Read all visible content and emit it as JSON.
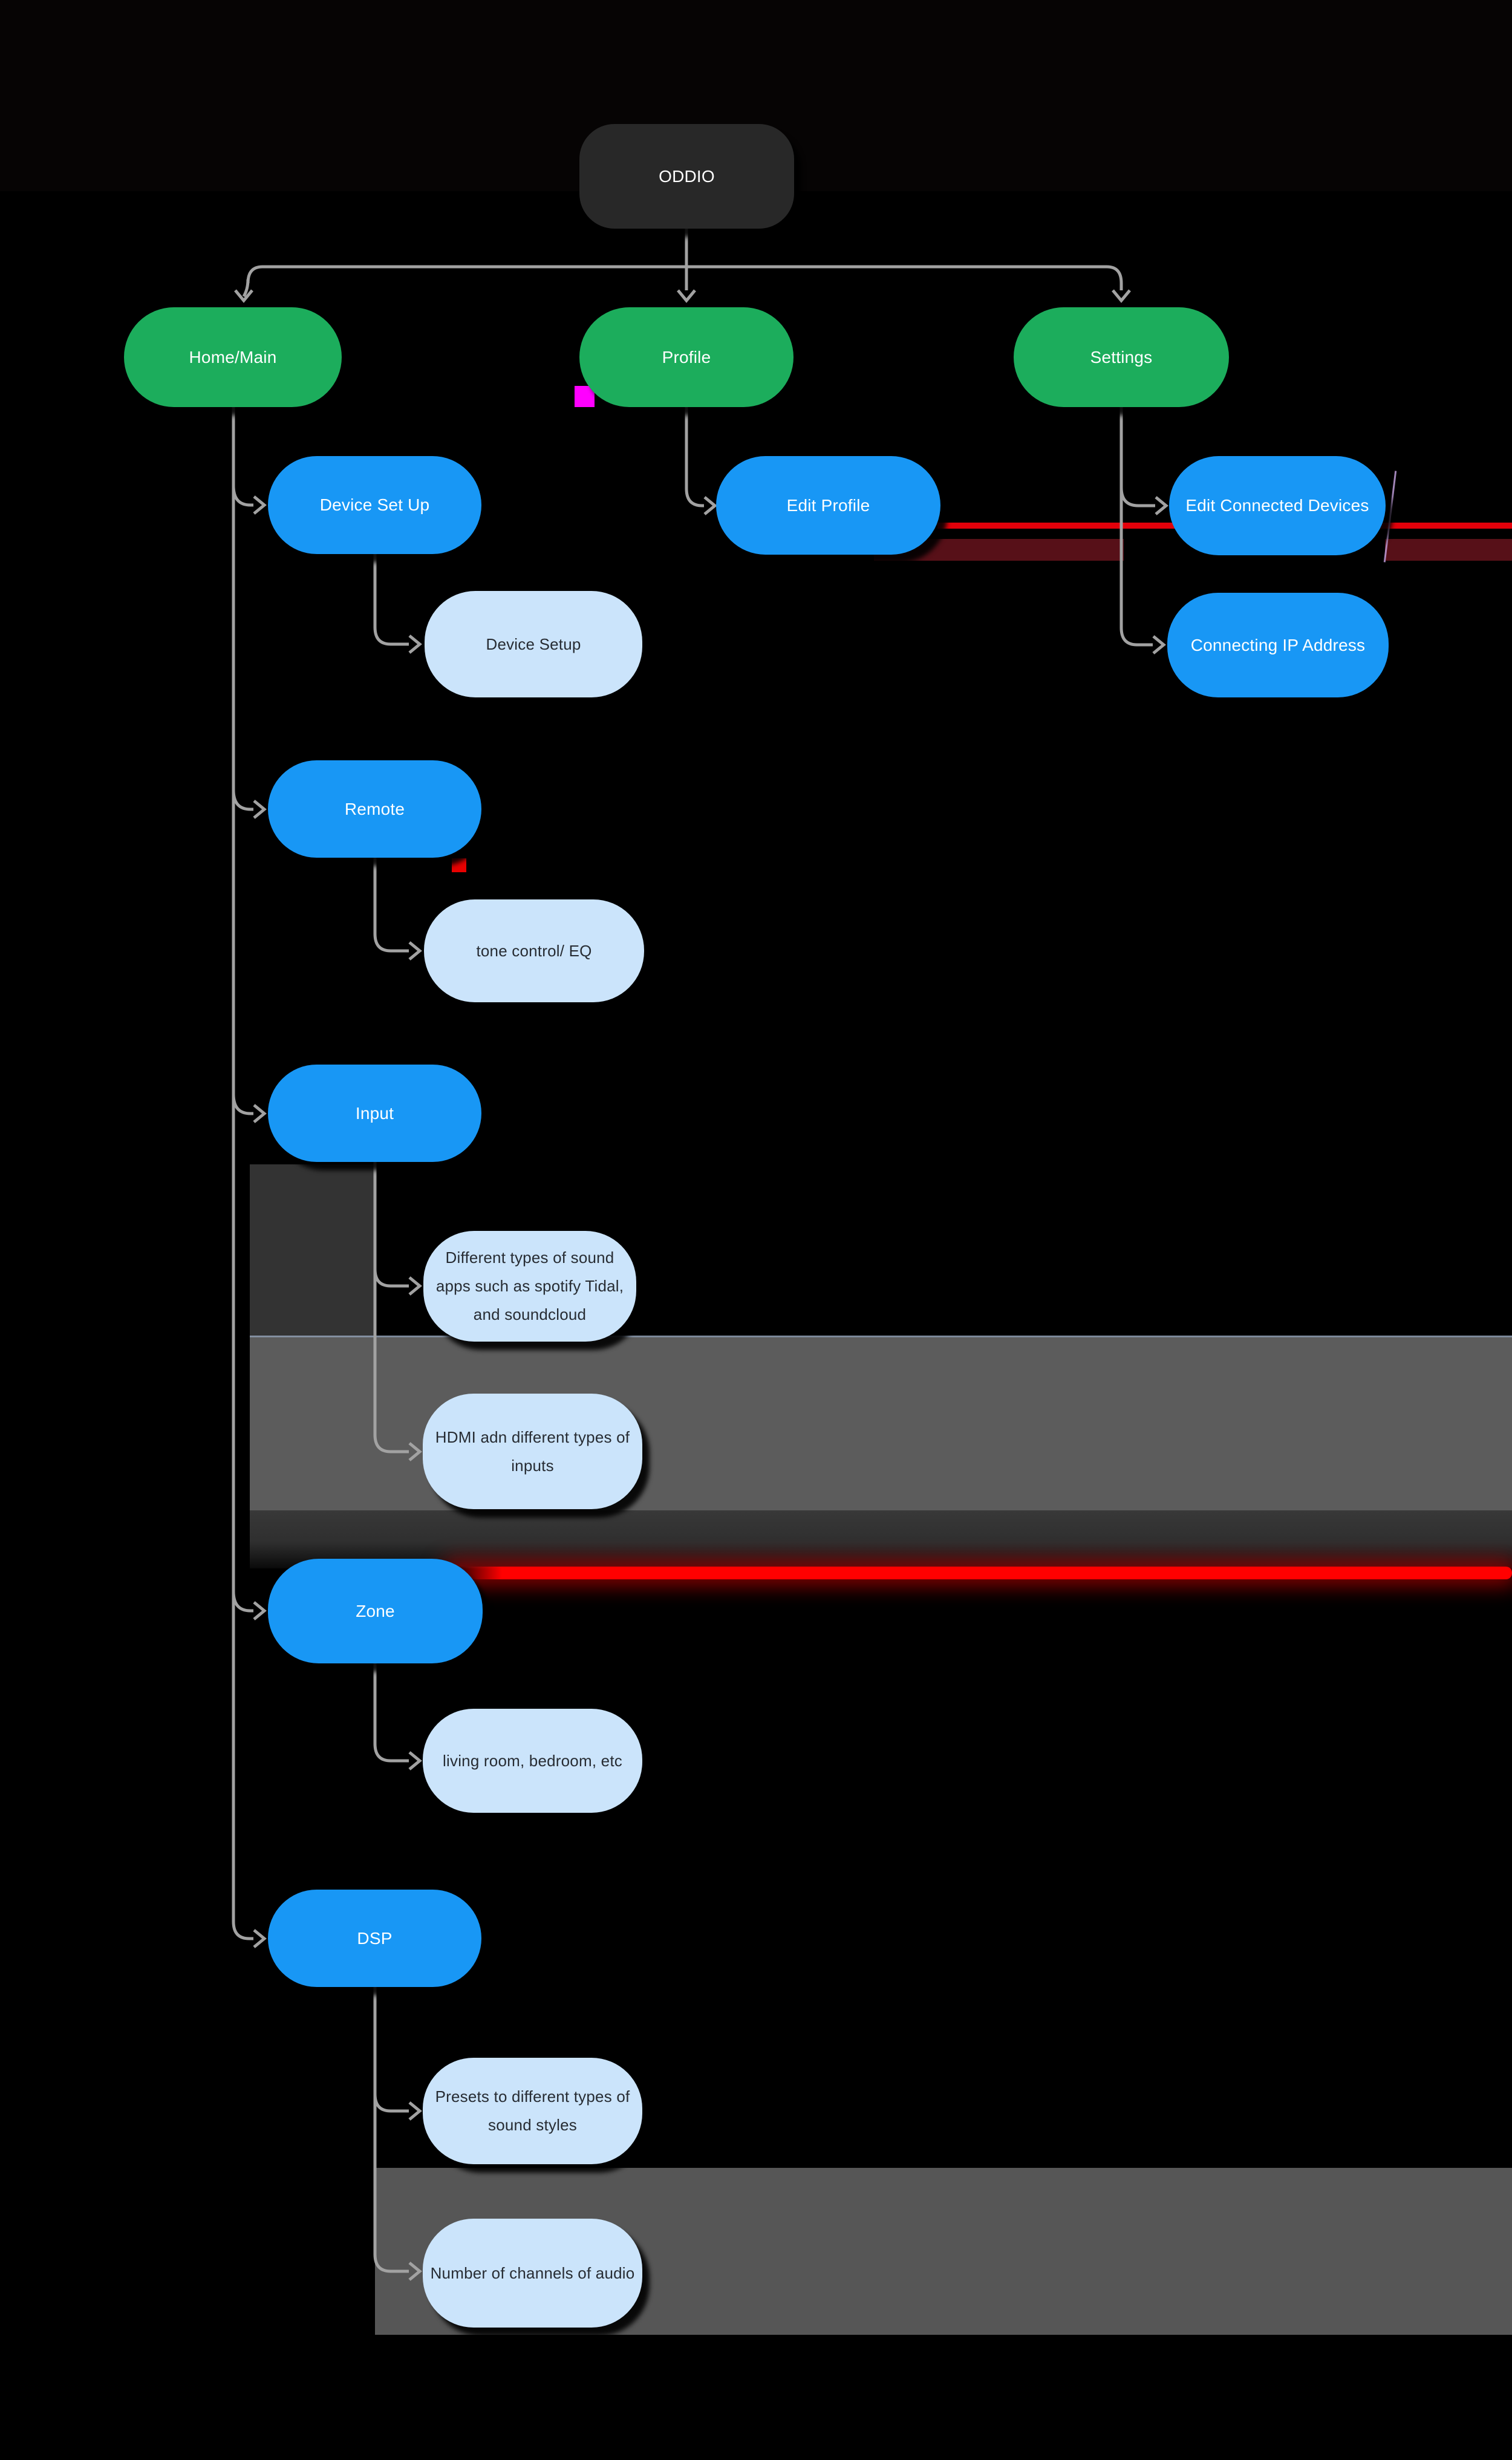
{
  "diagram_title": "ODDIO",
  "nodes": {
    "oddio": {
      "label": "ODDIO",
      "type": "root"
    },
    "home": {
      "label": "Home/Main",
      "type": "section"
    },
    "profile": {
      "label": "Profile",
      "type": "section"
    },
    "settings": {
      "label": "Settings",
      "type": "section"
    },
    "device_set_up": {
      "label": "Device Set Up",
      "type": "feature"
    },
    "edit_profile": {
      "label": "Edit Profile",
      "type": "feature"
    },
    "edit_connected": {
      "label": "Edit Connected Devices",
      "type": "feature"
    },
    "connecting_ip": {
      "label": "Connecting IP Address",
      "type": "feature"
    },
    "device_setup": {
      "label": "Device Setup",
      "type": "detail"
    },
    "remote": {
      "label": "Remote",
      "type": "feature"
    },
    "tone_eq": {
      "label": "tone control/ EQ",
      "type": "detail"
    },
    "input": {
      "label": "Input",
      "type": "feature"
    },
    "sound_apps": {
      "label": "Different types of sound apps such as spotify Tidal, and soundcloud",
      "type": "detail"
    },
    "hdmi": {
      "label": "HDMI adn different types of inputs",
      "type": "detail"
    },
    "zone": {
      "label": "Zone",
      "type": "feature"
    },
    "living_room": {
      "label": "living room, bedroom, etc",
      "type": "detail"
    },
    "dsp": {
      "label": "DSP",
      "type": "feature"
    },
    "presets": {
      "label": "Presets to different types of sound styles",
      "type": "detail"
    },
    "channels": {
      "label": "Number of channels of audio",
      "type": "detail"
    }
  },
  "edges": [
    "ODDIO->Home/Main",
    "ODDIO->Profile",
    "ODDIO->Settings",
    "Home/Main->Device Set Up",
    "Home/Main->Remote",
    "Home/Main->Input",
    "Home/Main->Zone",
    "Home/Main->DSP",
    "Device Set Up->Device Setup",
    "Remote->tone control/ EQ",
    "Input->Different types of sound apps such as spotify Tidal, and soundcloud",
    "Input->HDMI adn different types of inputs",
    "Zone->living room, bedroom, etc",
    "DSP->Presets to different types of sound styles",
    "DSP->Number of channels of audio",
    "Profile->Edit Profile",
    "Settings->Edit Connected Devices",
    "Settings->Connecting IP Address"
  ],
  "colors": {
    "background": "#000000",
    "root_node": "#282828",
    "section_node": "#1cad5c",
    "feature_node": "#1897f5",
    "detail_node": "#cbe4fb",
    "detail_text": "#272c33",
    "node_text": "#ffffff",
    "connector": "#a2a2a2",
    "gray_band": "#5c5c5c",
    "dark_gray_band": "#333333",
    "red_glow_line": "#ff0000",
    "maroon_stripe": "#571018",
    "top_red_line": "#e2000a",
    "magenta_artifact": "#ff00ff",
    "red_artifact": "#e80000",
    "lavender_artifact": "#c9a6e6",
    "hairline": "#92a0b4"
  }
}
